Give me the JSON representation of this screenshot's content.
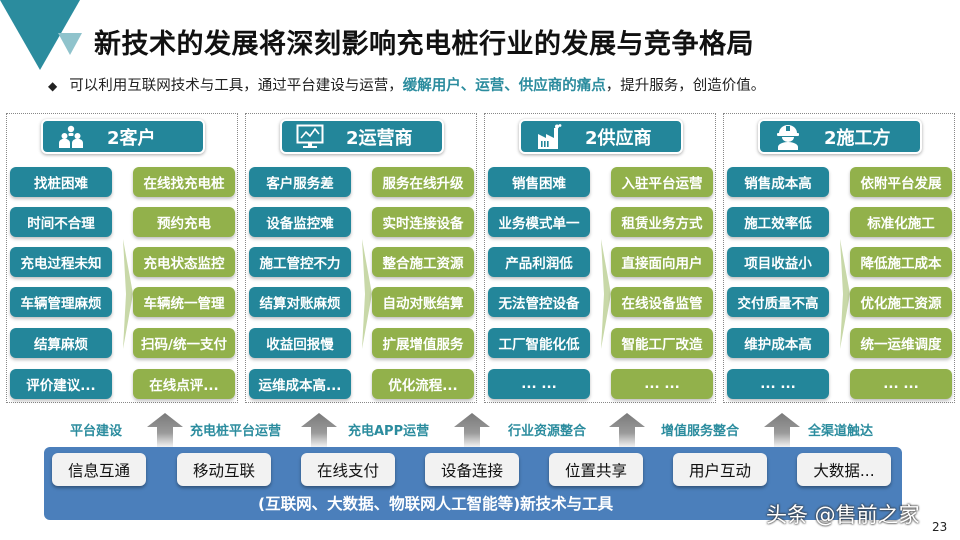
{
  "header": {
    "title": "新技术的发展将深刻影响充电桩行业的发展与竞争格局",
    "subtitle": {
      "bullet": "◆",
      "prefix": "可以利用互联网技术与工具，通过平台建设与运营，",
      "highlight": "缓解用户、运营、供应商的痛点",
      "suffix": "，提升服务，创造价值。"
    }
  },
  "colors": {
    "teal": "#23869a",
    "green": "#92b14b",
    "blue_band": "#4b7fbb",
    "accent_text": "#2b8c9e"
  },
  "panels": [
    {
      "title": "2客户",
      "icon": "people-icon",
      "pain_points": [
        "找桩困难",
        "时间不合理",
        "充电过程未知",
        "车辆管理麻烦",
        "结算麻烦",
        "评价建议..."
      ],
      "solutions": [
        "在线找充电桩",
        "预约充电",
        "充电状态监控",
        "车辆统一管理",
        "扫码/统一支付",
        "在线点评..."
      ]
    },
    {
      "title": "2运营商",
      "icon": "monitor-chart-icon",
      "pain_points": [
        "客户服务差",
        "设备监控难",
        "施工管控不力",
        "结算对账麻烦",
        "收益回报慢",
        "运维成本高..."
      ],
      "solutions": [
        "服务在线升级",
        "实时连接设备",
        "整合施工资源",
        "自动对账结算",
        "扩展增值服务",
        "优化流程..."
      ]
    },
    {
      "title": "2供应商",
      "icon": "factory-icon",
      "pain_points": [
        "销售困难",
        "业务模式单一",
        "产品利润低",
        "无法管控设备",
        "工厂智能化低",
        "... ..."
      ],
      "solutions": [
        "入驻平台运营",
        "租赁业务方式",
        "直接面向用户",
        "在线设备监管",
        "智能工厂改造",
        "... ..."
      ]
    },
    {
      "title": "2施工方",
      "icon": "worker-helmet-icon",
      "pain_points": [
        "销售成本高",
        "施工效率低",
        "项目收益小",
        "交付质量不高",
        "维护成本高",
        "... ..."
      ],
      "solutions": [
        "依附平台发展",
        "标准化施工",
        "降低施工成本",
        "优化施工资源",
        "统一运维调度",
        "... ..."
      ]
    }
  ],
  "flow_labels": [
    "平台建设",
    "充电桩平台运营",
    "充电APP运营",
    "行业资源整合",
    "增值服务整合",
    "全渠道触达"
  ],
  "base": {
    "chips": [
      "信息互通",
      "移动互联",
      "在线支付",
      "设备连接",
      "位置共享",
      "用户互动",
      "大数据..."
    ],
    "caption": "(互联网、大数据、物联网人工智能等)新技术与工具"
  },
  "watermark": "头条 @售前之家",
  "page_number": "23"
}
